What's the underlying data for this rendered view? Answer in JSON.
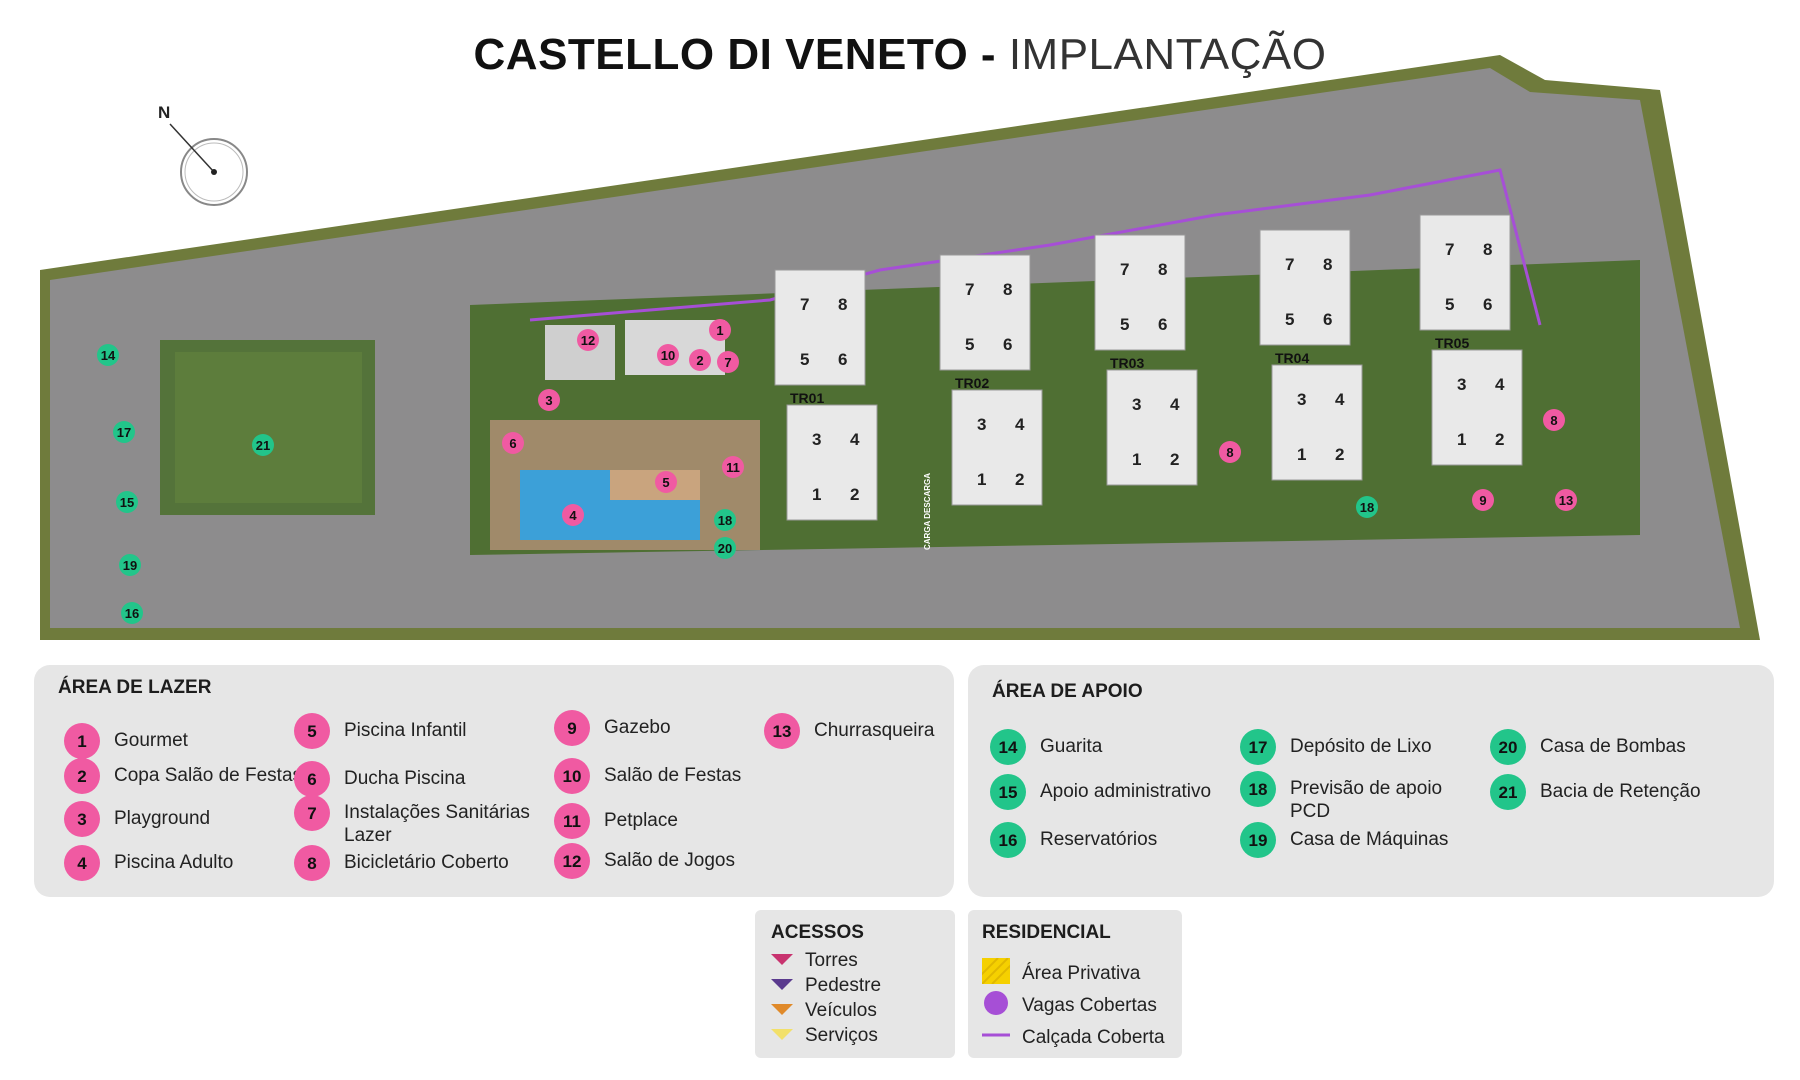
{
  "title": {
    "bold": "CASTELLO DI VENETO -",
    "light": "IMPLANTAÇÃO"
  },
  "compass": {
    "label": "N"
  },
  "colors": {
    "pink": "#f05aa2",
    "green": "#22c58a",
    "purple": "#a64fd6",
    "yellow": "#f5d000",
    "ground": "#6f7b3c",
    "road": "#8d8c8d",
    "lawn": "#5f7d3a"
  },
  "map": {
    "towers": [
      "TR01",
      "TR02",
      "TR03",
      "TR04",
      "TR05"
    ],
    "unit_numbers": [
      "7",
      "8",
      "5",
      "6",
      "3",
      "4",
      "1",
      "2"
    ],
    "carga_label": "CARGA DESCARGA",
    "markers": [
      {
        "n": "1",
        "c": "pink"
      },
      {
        "n": "2",
        "c": "pink"
      },
      {
        "n": "3",
        "c": "pink"
      },
      {
        "n": "4",
        "c": "pink"
      },
      {
        "n": "5",
        "c": "pink"
      },
      {
        "n": "6",
        "c": "pink"
      },
      {
        "n": "7",
        "c": "pink"
      },
      {
        "n": "8",
        "c": "pink"
      },
      {
        "n": "8",
        "c": "pink"
      },
      {
        "n": "9",
        "c": "pink"
      },
      {
        "n": "10",
        "c": "pink"
      },
      {
        "n": "11",
        "c": "pink"
      },
      {
        "n": "12",
        "c": "pink"
      },
      {
        "n": "13",
        "c": "pink"
      },
      {
        "n": "14",
        "c": "green"
      },
      {
        "n": "15",
        "c": "green"
      },
      {
        "n": "16",
        "c": "green"
      },
      {
        "n": "17",
        "c": "green"
      },
      {
        "n": "18",
        "c": "green"
      },
      {
        "n": "18",
        "c": "green"
      },
      {
        "n": "19",
        "c": "green"
      },
      {
        "n": "20",
        "c": "green"
      },
      {
        "n": "21",
        "c": "green"
      }
    ]
  },
  "lazer": {
    "heading": "ÁREA DE LAZER",
    "items": [
      {
        "n": "1",
        "label": "Gourmet"
      },
      {
        "n": "2",
        "label": "Copa Salão de Festas"
      },
      {
        "n": "3",
        "label": "Playground"
      },
      {
        "n": "4",
        "label": "Piscina Adulto"
      },
      {
        "n": "5",
        "label": "Piscina Infantil"
      },
      {
        "n": "6",
        "label": "Ducha Piscina"
      },
      {
        "n": "7",
        "label": "Instalações Sanitárias Lazer"
      },
      {
        "n": "8",
        "label": "Bicicletário Coberto"
      },
      {
        "n": "9",
        "label": "Gazebo"
      },
      {
        "n": "10",
        "label": "Salão de Festas"
      },
      {
        "n": "11",
        "label": "Petplace"
      },
      {
        "n": "12",
        "label": "Salão de Jogos"
      },
      {
        "n": "13",
        "label": "Churrasqueira"
      }
    ]
  },
  "apoio": {
    "heading": "ÁREA DE APOIO",
    "items": [
      {
        "n": "14",
        "label": "Guarita"
      },
      {
        "n": "15",
        "label": "Apoio administrativo"
      },
      {
        "n": "16",
        "label": "Reservatórios"
      },
      {
        "n": "17",
        "label": "Depósito de Lixo"
      },
      {
        "n": "18",
        "label": "Previsão de apoio PCD"
      },
      {
        "n": "19",
        "label": "Casa de Máquinas"
      },
      {
        "n": "20",
        "label": "Casa de Bombas"
      },
      {
        "n": "21",
        "label": "Bacia de Retenção"
      }
    ]
  },
  "acessos": {
    "heading": "ACESSOS",
    "items": [
      {
        "label": "Torres",
        "color": "#c8336f"
      },
      {
        "label": "Pedestre",
        "color": "#5a3a8e"
      },
      {
        "label": "Veículos",
        "color": "#e08a2a"
      },
      {
        "label": "Serviços",
        "color": "#f2e06a"
      }
    ]
  },
  "residencial": {
    "heading": "RESIDENCIAL",
    "items": [
      {
        "label": "Área Privativa"
      },
      {
        "label": "Vagas Cobertas"
      },
      {
        "label": "Calçada Coberta"
      }
    ]
  }
}
